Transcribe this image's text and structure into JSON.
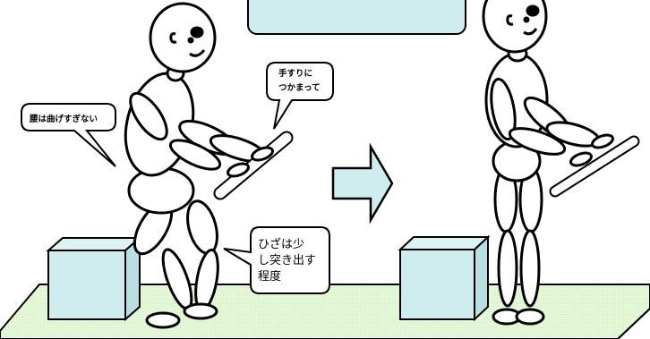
{
  "bubbles": {
    "waist": "腰は曲げすぎない",
    "handrail_line1": "手すりに",
    "handrail_line2": "つかまって",
    "knee_line1": "ひざは少",
    "knee_line2": "し突き出す",
    "knee_line3": "程度"
  },
  "top_box": "",
  "colors": {
    "floor": "#ddf5cf",
    "box": "#cfecee",
    "arrow": "#cfecee",
    "outline": "#000000",
    "top_box": "#cfecee"
  },
  "icons": {
    "arrow": "right-arrow-icon"
  }
}
